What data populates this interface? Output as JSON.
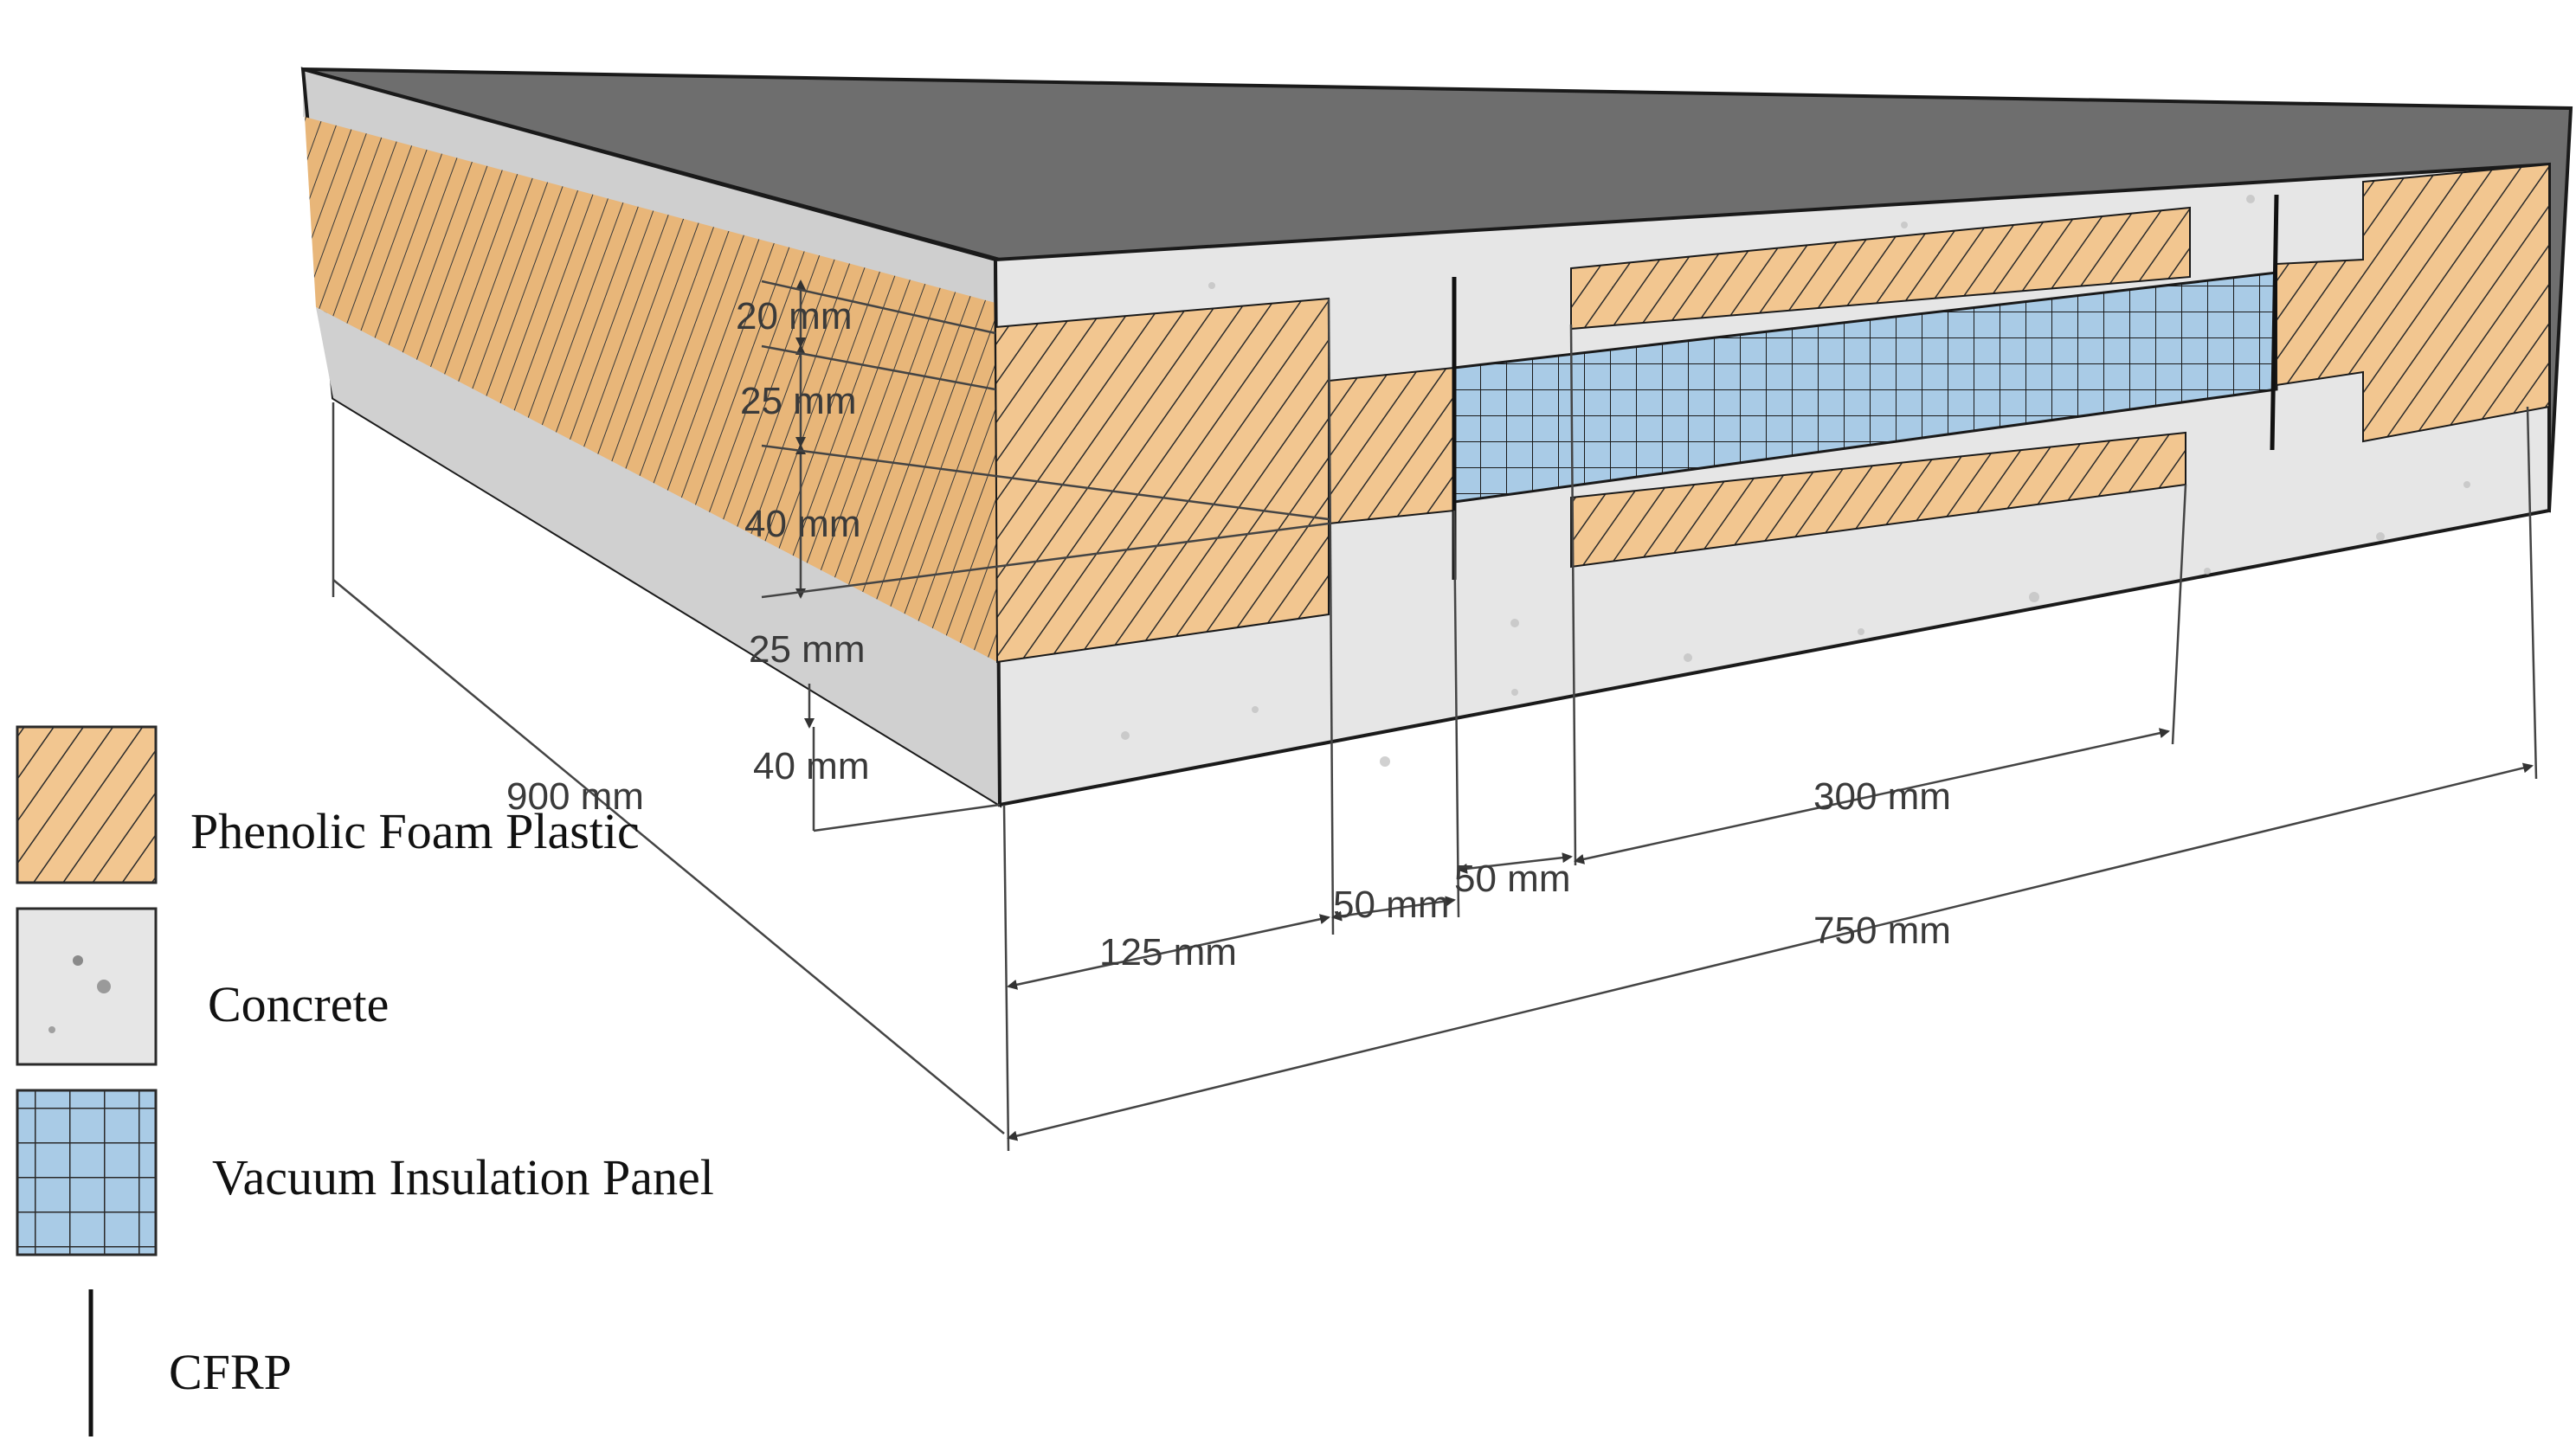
{
  "dimensions": {
    "depth": "900 mm",
    "concrete_top": "20 mm",
    "foam_upper": "25 mm",
    "foam_mid": "40 mm",
    "foam_lower": "25 mm",
    "concrete_bottom": "40 mm",
    "edge_foam_width": "125 mm",
    "gap_left": "50 mm",
    "gap_right": "50 mm",
    "vip_section": "300 mm",
    "total_width": "750 mm"
  },
  "legend": [
    {
      "label": "Phenolic Foam Plastic",
      "icon": "phenolic-foam-swatch-icon"
    },
    {
      "label": "Concrete",
      "icon": "concrete-swatch-icon"
    },
    {
      "label": "Vacuum Insulation Panel",
      "icon": "vip-swatch-icon"
    },
    {
      "label": "CFRP",
      "icon": "cfrp-line-icon"
    }
  ],
  "colors": {
    "foam": "#f2c690",
    "concrete": "#e6e6e6",
    "concrete_side": "#cfcfcf",
    "top_surface": "#6e6e6e",
    "vip": "#a9cbe6",
    "outline": "#1a1a1a"
  }
}
